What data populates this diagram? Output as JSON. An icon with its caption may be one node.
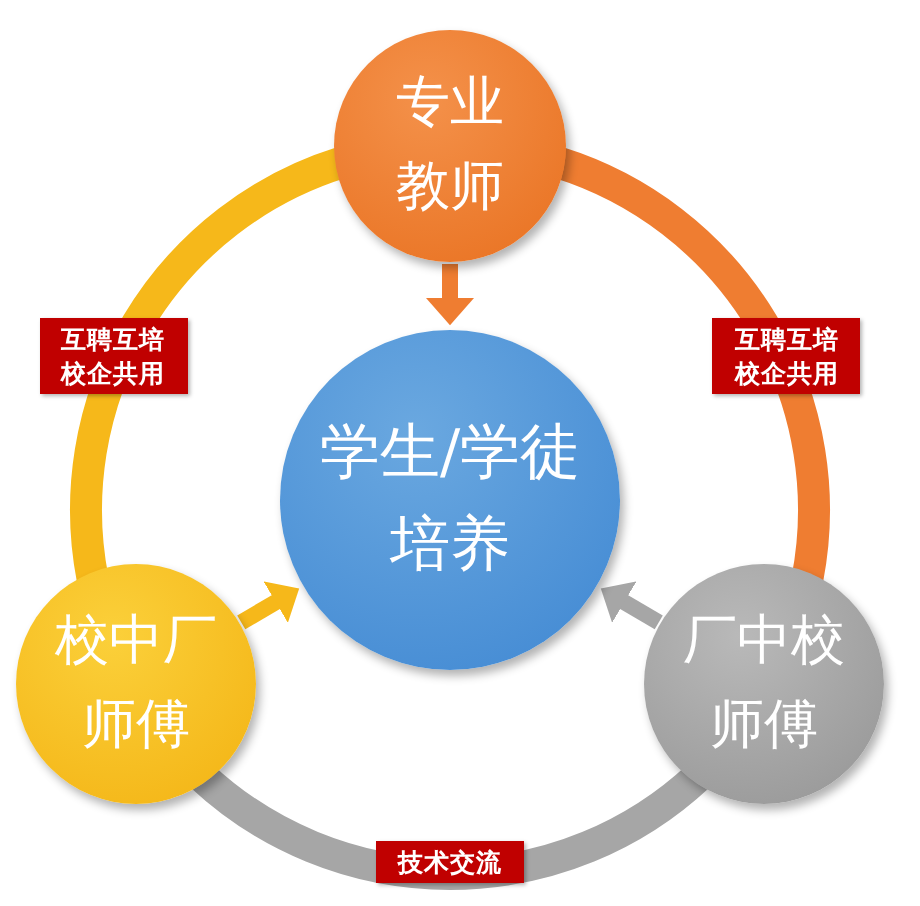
{
  "diagram": {
    "nodes": [
      {
        "text": [
          "专业教师"
        ]
      },
      {
        "text": [
          "学生/学徒培养"
        ]
      },
      {
        "text": [
          "校中厂师傅"
        ]
      },
      {
        "text": [
          "厂中校师傅"
        ]
      }
    ],
    "edges": [
      {
        "from": 0,
        "to": 1,
        "arrow": "to",
        "color": "#ef7d31"
      },
      {
        "from": 2,
        "to": 1,
        "arrow": "to",
        "color": "#f6b81a"
      },
      {
        "from": 3,
        "to": 1,
        "arrow": "to",
        "color": "#a6a6a6"
      },
      {
        "from": 0,
        "to": 2,
        "arrow": "none",
        "label": "互聘互培校企共用",
        "style": "thick",
        "color": "#f6b81a"
      },
      {
        "from": 0,
        "to": 3,
        "arrow": "none",
        "label": "互聘互培校企共用",
        "style": "thick",
        "color": "#ef7d31"
      },
      {
        "from": 2,
        "to": 3,
        "arrow": "none",
        "label": "技术交流",
        "style": "thick",
        "color": "#a6a6a6"
      }
    ]
  }
}
